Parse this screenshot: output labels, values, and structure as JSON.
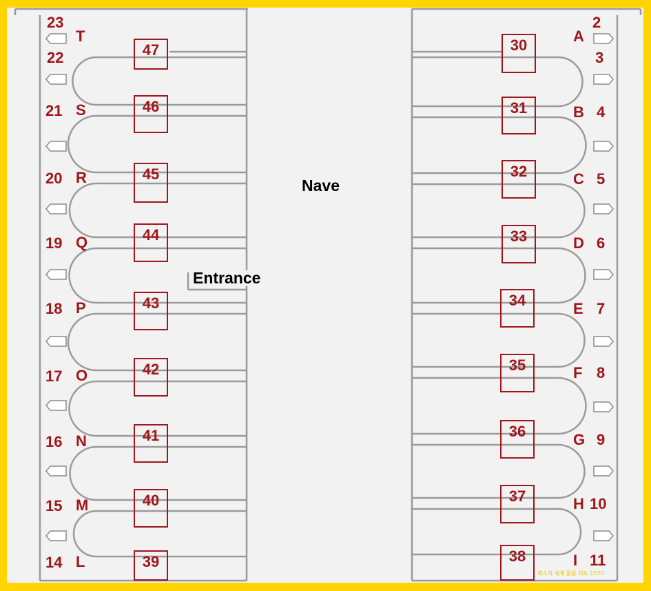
{
  "labels": {
    "nave": "Nave",
    "entrance": "Entrance",
    "watermark": "제스처 세계 활용 지도 1570"
  },
  "left_chapels": [
    {
      "box": "47",
      "letter": "T",
      "number_top": "23",
      "number_bottom": "22"
    },
    {
      "box": "46",
      "letter": "S",
      "number": "21"
    },
    {
      "box": "45",
      "letter": "R",
      "number": "20"
    },
    {
      "box": "44",
      "letter": "Q",
      "number": "19"
    },
    {
      "box": "43",
      "letter": "P",
      "number": "18"
    },
    {
      "box": "42",
      "letter": "O",
      "number": "17"
    },
    {
      "box": "41",
      "letter": "N",
      "number": "16"
    },
    {
      "box": "40",
      "letter": "M",
      "number": "15"
    },
    {
      "box": "39",
      "letter": "L",
      "number": "14"
    }
  ],
  "right_chapels": [
    {
      "box": "30",
      "letter": "A",
      "number_top": "2",
      "number_bottom": "3"
    },
    {
      "box": "31",
      "letter": "B",
      "number": "4"
    },
    {
      "box": "32",
      "letter": "C",
      "number": "5"
    },
    {
      "box": "33",
      "letter": "D",
      "number": "6"
    },
    {
      "box": "34",
      "letter": "E",
      "number": "7"
    },
    {
      "box": "35",
      "letter": "F",
      "number": "8"
    },
    {
      "box": "36",
      "letter": "G",
      "number": "9"
    },
    {
      "box": "37",
      "letter": "H",
      "number": "10"
    },
    {
      "box": "38",
      "letter": "I",
      "number": "11"
    }
  ]
}
